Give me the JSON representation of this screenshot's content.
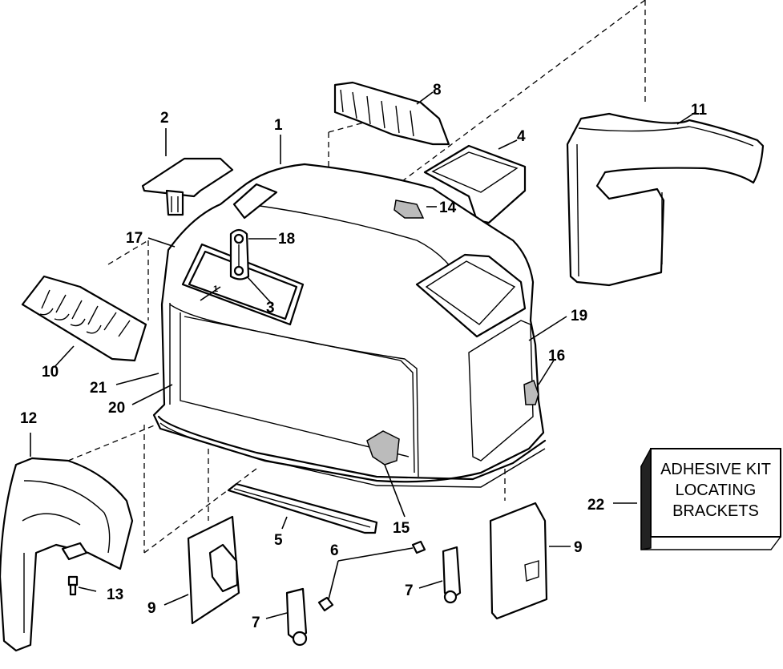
{
  "callouts": {
    "c1": "1",
    "c2": "2",
    "c3": "3",
    "c4": "4",
    "c5": "5",
    "c6": "6",
    "c7a": "7",
    "c7b": "7",
    "c8": "8",
    "c9a": "9",
    "c9b": "9",
    "c10": "10",
    "c11": "11",
    "c12": "12",
    "c13": "13",
    "c14": "14",
    "c15": "15",
    "c16": "16",
    "c17": "17",
    "c18": "18",
    "c19": "19",
    "c20": "20",
    "c21": "21",
    "c22": "22",
    "small1": "1"
  },
  "kit_box": {
    "line1": "ADHESIVE KIT",
    "line2": "LOCATING",
    "line3": "BRACKETS"
  }
}
